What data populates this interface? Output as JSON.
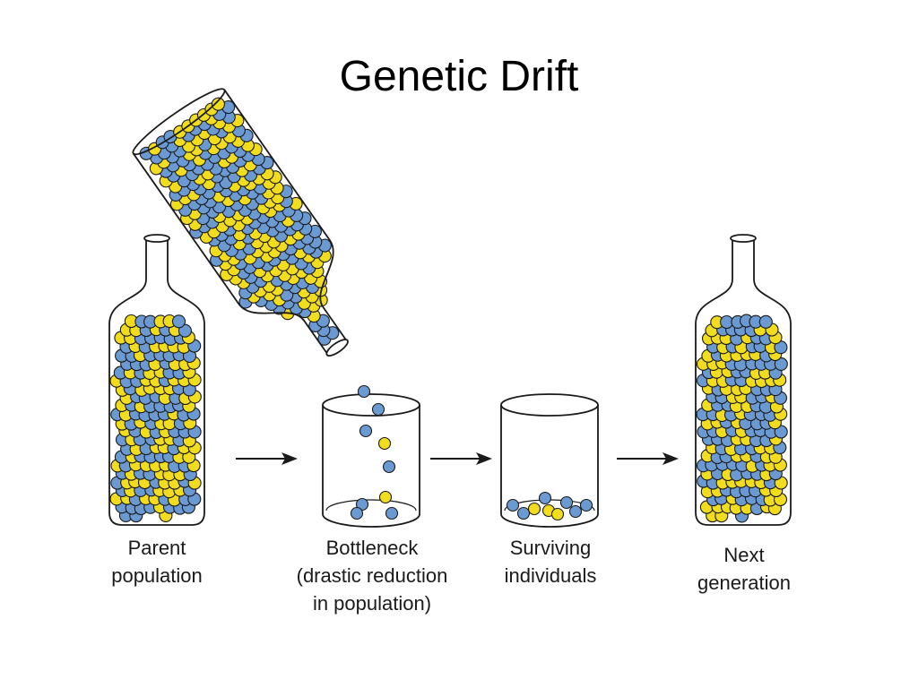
{
  "title": "Genetic Drift",
  "colors": {
    "allele_a": "#f1dc1e",
    "allele_b": "#6b9ad2",
    "outline": "#1a1a1a",
    "background": "#ffffff"
  },
  "stages": [
    {
      "id": "parent",
      "lines": [
        "Parent",
        "population"
      ]
    },
    {
      "id": "bottleneck",
      "lines": [
        "Bottleneck",
        "(drastic reduction",
        "in population)"
      ]
    },
    {
      "id": "survivors",
      "lines": [
        "Surviving",
        "individuals"
      ]
    },
    {
      "id": "next",
      "lines": [
        "Next",
        "generation"
      ]
    }
  ]
}
